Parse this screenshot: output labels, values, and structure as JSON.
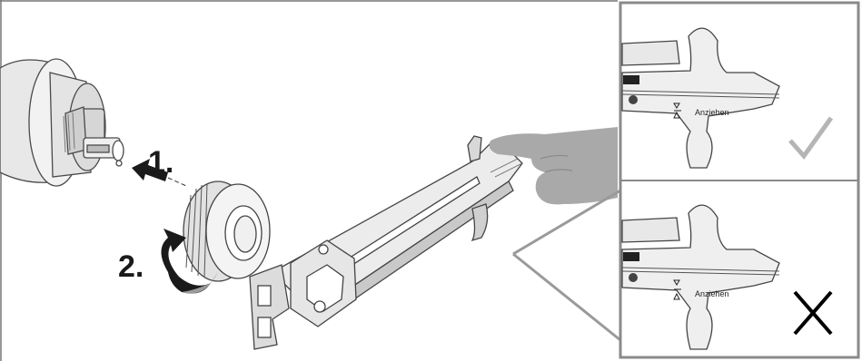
{
  "steps": {
    "step1": "1.",
    "step2": "2."
  },
  "inset_ok": {
    "gauge_text": "Anziehen",
    "result_icon": "check-icon"
  },
  "inset_bad": {
    "gauge_text": "Anziehen",
    "result_icon": "cross-icon"
  },
  "colors": {
    "line": "#4a4a4a",
    "fill_light": "#e6e6e6",
    "fill_mid": "#bdbdbd",
    "hand": "#a9a9a9",
    "check": "#b5b5b5",
    "cross": "#000000",
    "frame": "#8a8a8a"
  }
}
